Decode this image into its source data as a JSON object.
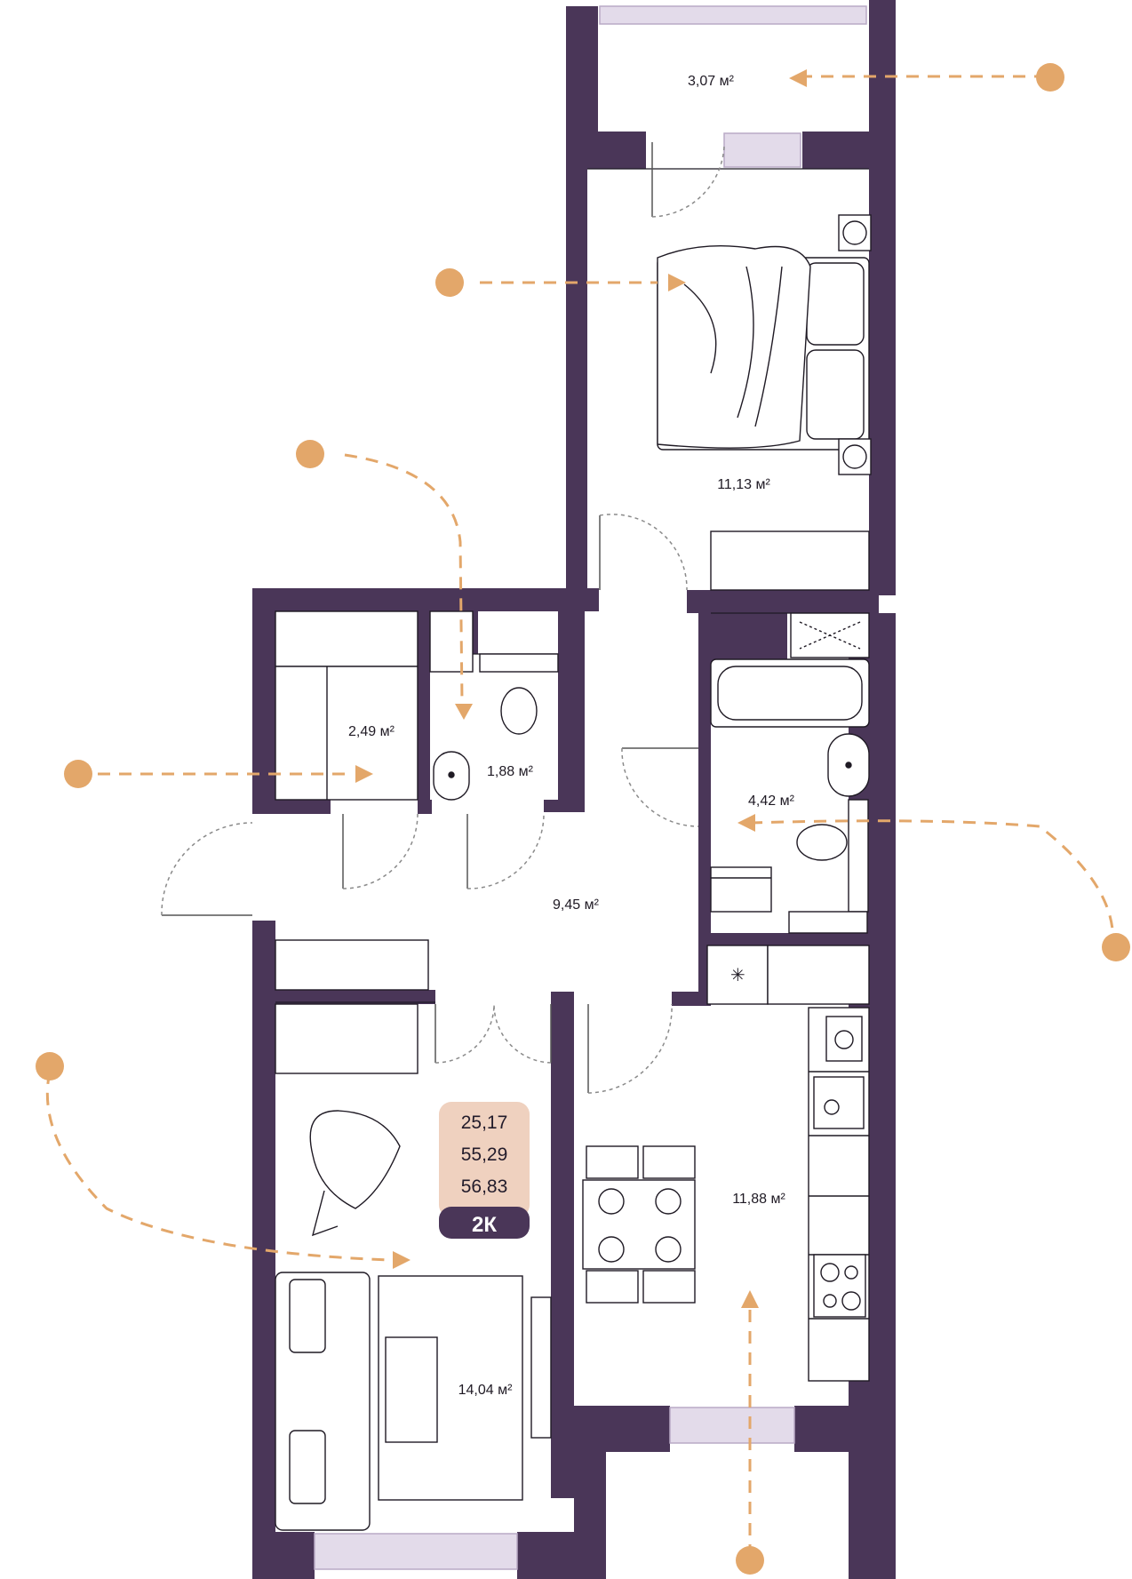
{
  "rooms": {
    "balcony": {
      "area": "3,07 м²"
    },
    "bedroom": {
      "area": "11,13 м²"
    },
    "storage": {
      "area": "2,49 м²"
    },
    "toilet": {
      "area": "1,88 м²"
    },
    "bathroom": {
      "area": "4,42 м²"
    },
    "hall": {
      "area": "9,45 м²"
    },
    "kitchen": {
      "area": "11,88 м²"
    },
    "living": {
      "area": "14,04 м²"
    }
  },
  "summary": {
    "living_area": "25,17",
    "total_area": "55,29",
    "total_area_with_balcony": "56,83",
    "type": "2К"
  },
  "colors": {
    "wall": "#4a3658",
    "accent": "#e3a76a",
    "badge_bg": "#efd1bf",
    "badge_type_bg": "#4a3658",
    "window": "#e3dbea"
  },
  "icons": [
    "bed-icon",
    "armchair-icon",
    "sofa-icon",
    "dining-table-icon",
    "bathtub-icon",
    "toilet-icon",
    "sink-icon",
    "washing-machine-icon",
    "stove-icon",
    "kitchen-sink-icon",
    "wardrobe-icon"
  ]
}
